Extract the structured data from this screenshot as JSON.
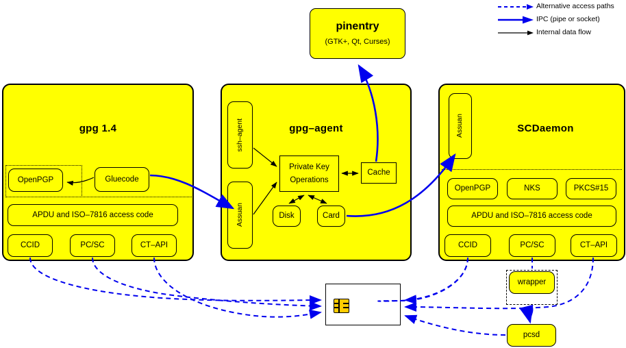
{
  "legend": {
    "items": [
      {
        "label": "Alternative access paths",
        "style": "dashed",
        "color": "#0000ee",
        "icon": "dashed-arrow-icon"
      },
      {
        "label": "IPC (pipe or socket)",
        "style": "thick-solid",
        "color": "#0000ee",
        "icon": "thick-arrow-icon"
      },
      {
        "label": "Internal data flow",
        "style": "thin-solid",
        "color": "#000000",
        "icon": "thin-arrow-icon"
      }
    ]
  },
  "pinentry": {
    "title": "pinentry",
    "subtitle": "(GTK+, Qt, Curses)"
  },
  "gpg": {
    "title": "gpg 1.4",
    "openpgp": "OpenPGP",
    "gluecode": "Gluecode",
    "apdu": "APDU and ISO–7816 access code",
    "readers": [
      "CCID",
      "PC/SC",
      "CT–API"
    ]
  },
  "gpgagent": {
    "title": "gpg–agent",
    "ssh_agent": "ssh–agent",
    "assuan": "Assuan",
    "private_key_ops_line1": "Private Key",
    "private_key_ops_line2": "Operations",
    "cache": "Cache",
    "disk": "Disk",
    "card": "Card"
  },
  "scdaemon": {
    "title": "SCDaemon",
    "assuan": "Assuan",
    "apps": [
      "OpenPGP",
      "NKS",
      "PKCS#15"
    ],
    "apdu": "APDU and ISO–7816 access code",
    "readers": [
      "CCID",
      "PC/SC",
      "CT–API"
    ]
  },
  "bottom": {
    "wrapper": "wrapper",
    "pcsd": "pcsd",
    "smartcard": "smartcard"
  },
  "colors": {
    "box_fill": "#ffff00",
    "ipc_blue": "#0000ee",
    "internal_black": "#000000",
    "chip_gold": "#ffcc00",
    "card_white": "#ffffff"
  }
}
